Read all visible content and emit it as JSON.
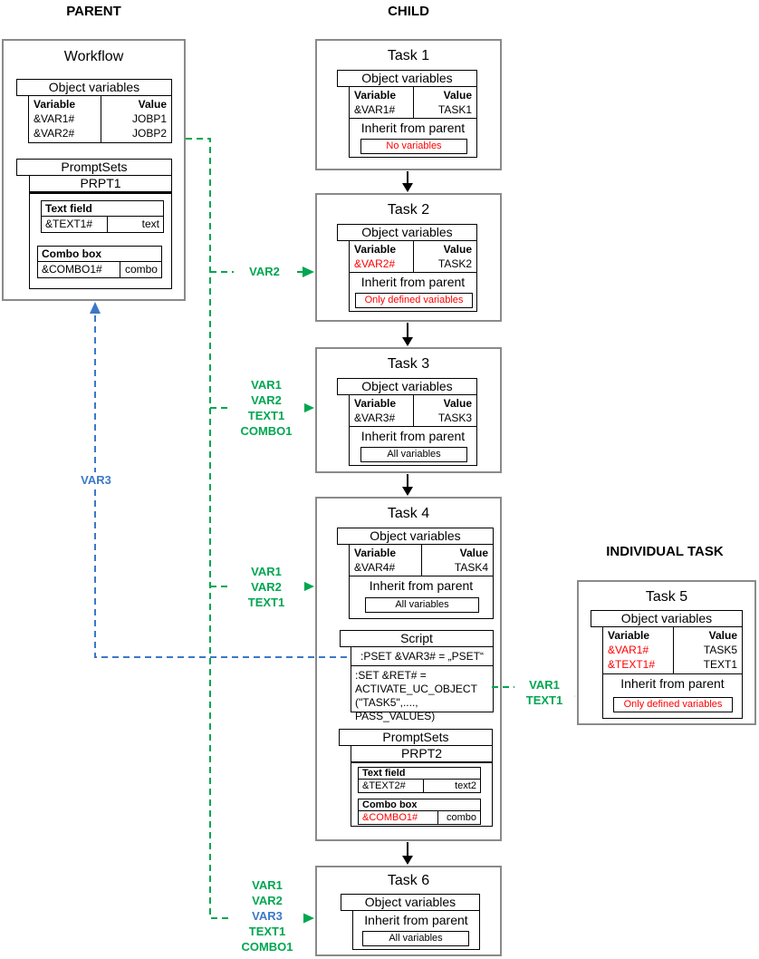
{
  "headings": {
    "parent": "PARENT",
    "child": "CHILD",
    "individual": "INDIVIDUAL TASK"
  },
  "workflow": {
    "title": "Workflow",
    "ov_header": "Object variables",
    "col_variable": "Variable",
    "col_value": "Value",
    "rows": [
      {
        "variable": "&VAR1#",
        "value": "JOBP1"
      },
      {
        "variable": "&VAR2#",
        "value": "JOBP2"
      }
    ],
    "ps_header": "PromptSets",
    "ps_name": "PRPT1",
    "text_field_label": "Text field",
    "text_field_variable": "&TEXT1#",
    "text_field_value": "text",
    "combo_box_label": "Combo box",
    "combo_box_variable": "&COMBO1#",
    "combo_box_value": "combo"
  },
  "task1": {
    "title": "Task 1",
    "ov_header": "Object variables",
    "col_variable": "Variable",
    "col_value": "Value",
    "variable": "&VAR1#",
    "value": "TASK1",
    "inherit_label": "Inherit from parent",
    "inherit_mode": "No variables"
  },
  "task2": {
    "title": "Task 2",
    "ov_header": "Object variables",
    "col_variable": "Variable",
    "col_value": "Value",
    "variable": "&VAR2#",
    "value": "TASK2",
    "inherit_label": "Inherit from parent",
    "inherit_mode": "Only defined variables"
  },
  "task3": {
    "title": "Task 3",
    "ov_header": "Object variables",
    "col_variable": "Variable",
    "col_value": "Value",
    "variable": "&VAR3#",
    "value": "TASK3",
    "inherit_label": "Inherit from parent",
    "inherit_mode": "All variables"
  },
  "task4": {
    "title": "Task 4",
    "ov_header": "Object variables",
    "col_variable": "Variable",
    "col_value": "Value",
    "variable": "&VAR4#",
    "value": "TASK4",
    "inherit_label": "Inherit from parent",
    "inherit_mode": "All variables",
    "script_header": "Script",
    "script_line1": ":PSET &VAR3# = „PSET“",
    "script_line2": ":SET &RET# =",
    "script_line3": "ACTIVATE_UC_OBJECT",
    "script_line4": "(\"TASK5\",...., PASS_VALUES)",
    "ps_header": "PromptSets",
    "ps_name": "PRPT2",
    "text_field_label": "Text field",
    "text_field_variable": "&TEXT2#",
    "text_field_value": "text2",
    "combo_box_label": "Combo box",
    "combo_box_variable": "&COMBO1#",
    "combo_box_value": "combo"
  },
  "task5": {
    "title": "Task 5",
    "ov_header": "Object variables",
    "col_variable": "Variable",
    "col_value": "Value",
    "rows": [
      {
        "variable": "&VAR1#",
        "value": "TASK5"
      },
      {
        "variable": "&TEXT1#",
        "value": "TEXT1"
      }
    ],
    "inherit_label": "Inherit from parent",
    "inherit_mode": "Only defined variables"
  },
  "task6": {
    "title": "Task 6",
    "ov_header": "Object variables",
    "inherit_label": "Inherit from parent",
    "inherit_mode": "All variables"
  },
  "arrow_labels": {
    "to_task2": [
      "VAR2"
    ],
    "to_task3": [
      "VAR1",
      "VAR2",
      "TEXT1",
      "COMBO1"
    ],
    "to_task4": [
      "VAR1",
      "VAR2",
      "TEXT1"
    ],
    "to_task5": [
      "VAR1",
      "TEXT1"
    ],
    "to_task6": [
      "VAR1",
      "VAR2",
      "VAR3",
      "TEXT1",
      "COMBO1"
    ],
    "to_parent": "VAR3"
  },
  "colors": {
    "green": "#00A651",
    "blue": "#3C78C8",
    "red": "#FF0000"
  }
}
